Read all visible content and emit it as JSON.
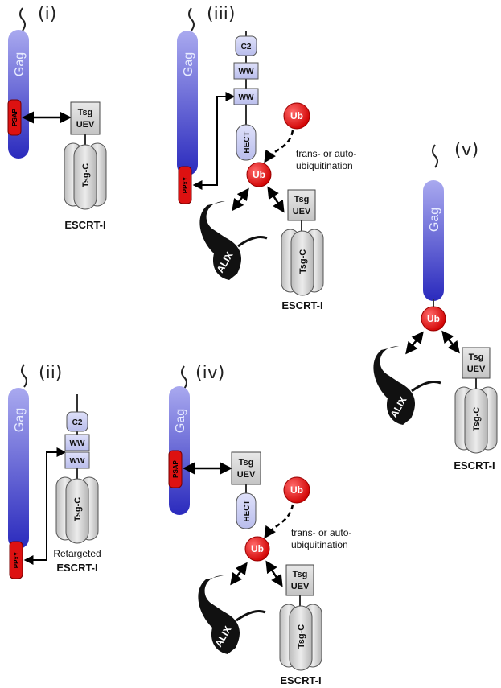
{
  "panels": {
    "i": {
      "label": "(i)",
      "gag": "Gag",
      "motif": "PSAP",
      "tsg_line1": "Tsg",
      "tsg_line2": "UEV",
      "tsgc": "Tsg-C",
      "escrt": "ESCRT-I"
    },
    "ii": {
      "label": "(ii)",
      "gag": "Gag",
      "motif": "PPxY",
      "c2": "C2",
      "ww1": "WW",
      "ww2": "WW",
      "tsgc": "Tsg-C",
      "retargeted": "Retargeted",
      "escrt": "ESCRT-I"
    },
    "iii": {
      "label": "(iii)",
      "gag": "Gag",
      "motif": "PPxY",
      "c2": "C2",
      "ww1": "WW",
      "ww2": "WW",
      "hect": "HECT",
      "ub_free": "Ub",
      "ub_bound": "Ub",
      "ubq_line1": "trans- or auto-",
      "ubq_line2": "ubiquitination",
      "alix": "ALIX",
      "tsg_line1": "Tsg",
      "tsg_line2": "UEV",
      "tsgc": "Tsg-C",
      "escrt": "ESCRT-I"
    },
    "iv": {
      "label": "(iv)",
      "gag": "Gag",
      "motif": "PSAP",
      "tsg_line1": "Tsg",
      "tsg_line2": "UEV",
      "hect": "HECT",
      "ub_free": "Ub",
      "ub_bound": "Ub",
      "ubq_line1": "trans- or auto-",
      "ubq_line2": "ubiquitination",
      "alix": "ALIX",
      "tsg2_line1": "Tsg",
      "tsg2_line2": "UEV",
      "tsgc": "Tsg-C",
      "escrt": "ESCRT-I"
    },
    "v": {
      "label": "(v)",
      "gag": "Gag",
      "ub": "Ub",
      "alix": "ALIX",
      "tsg_line1": "Tsg",
      "tsg_line2": "UEV",
      "tsgc": "Tsg-C",
      "escrt": "ESCRT-I"
    }
  },
  "colors": {
    "gag_top": "#a8a8ee",
    "gag_bottom": "#2c2cbe",
    "motif_red": "#dd1111",
    "ub_red": "#e01010",
    "domain_lilac": "#c9cdf3",
    "tsg_gray": "#d6d6d6",
    "alix_black": "#111111"
  }
}
